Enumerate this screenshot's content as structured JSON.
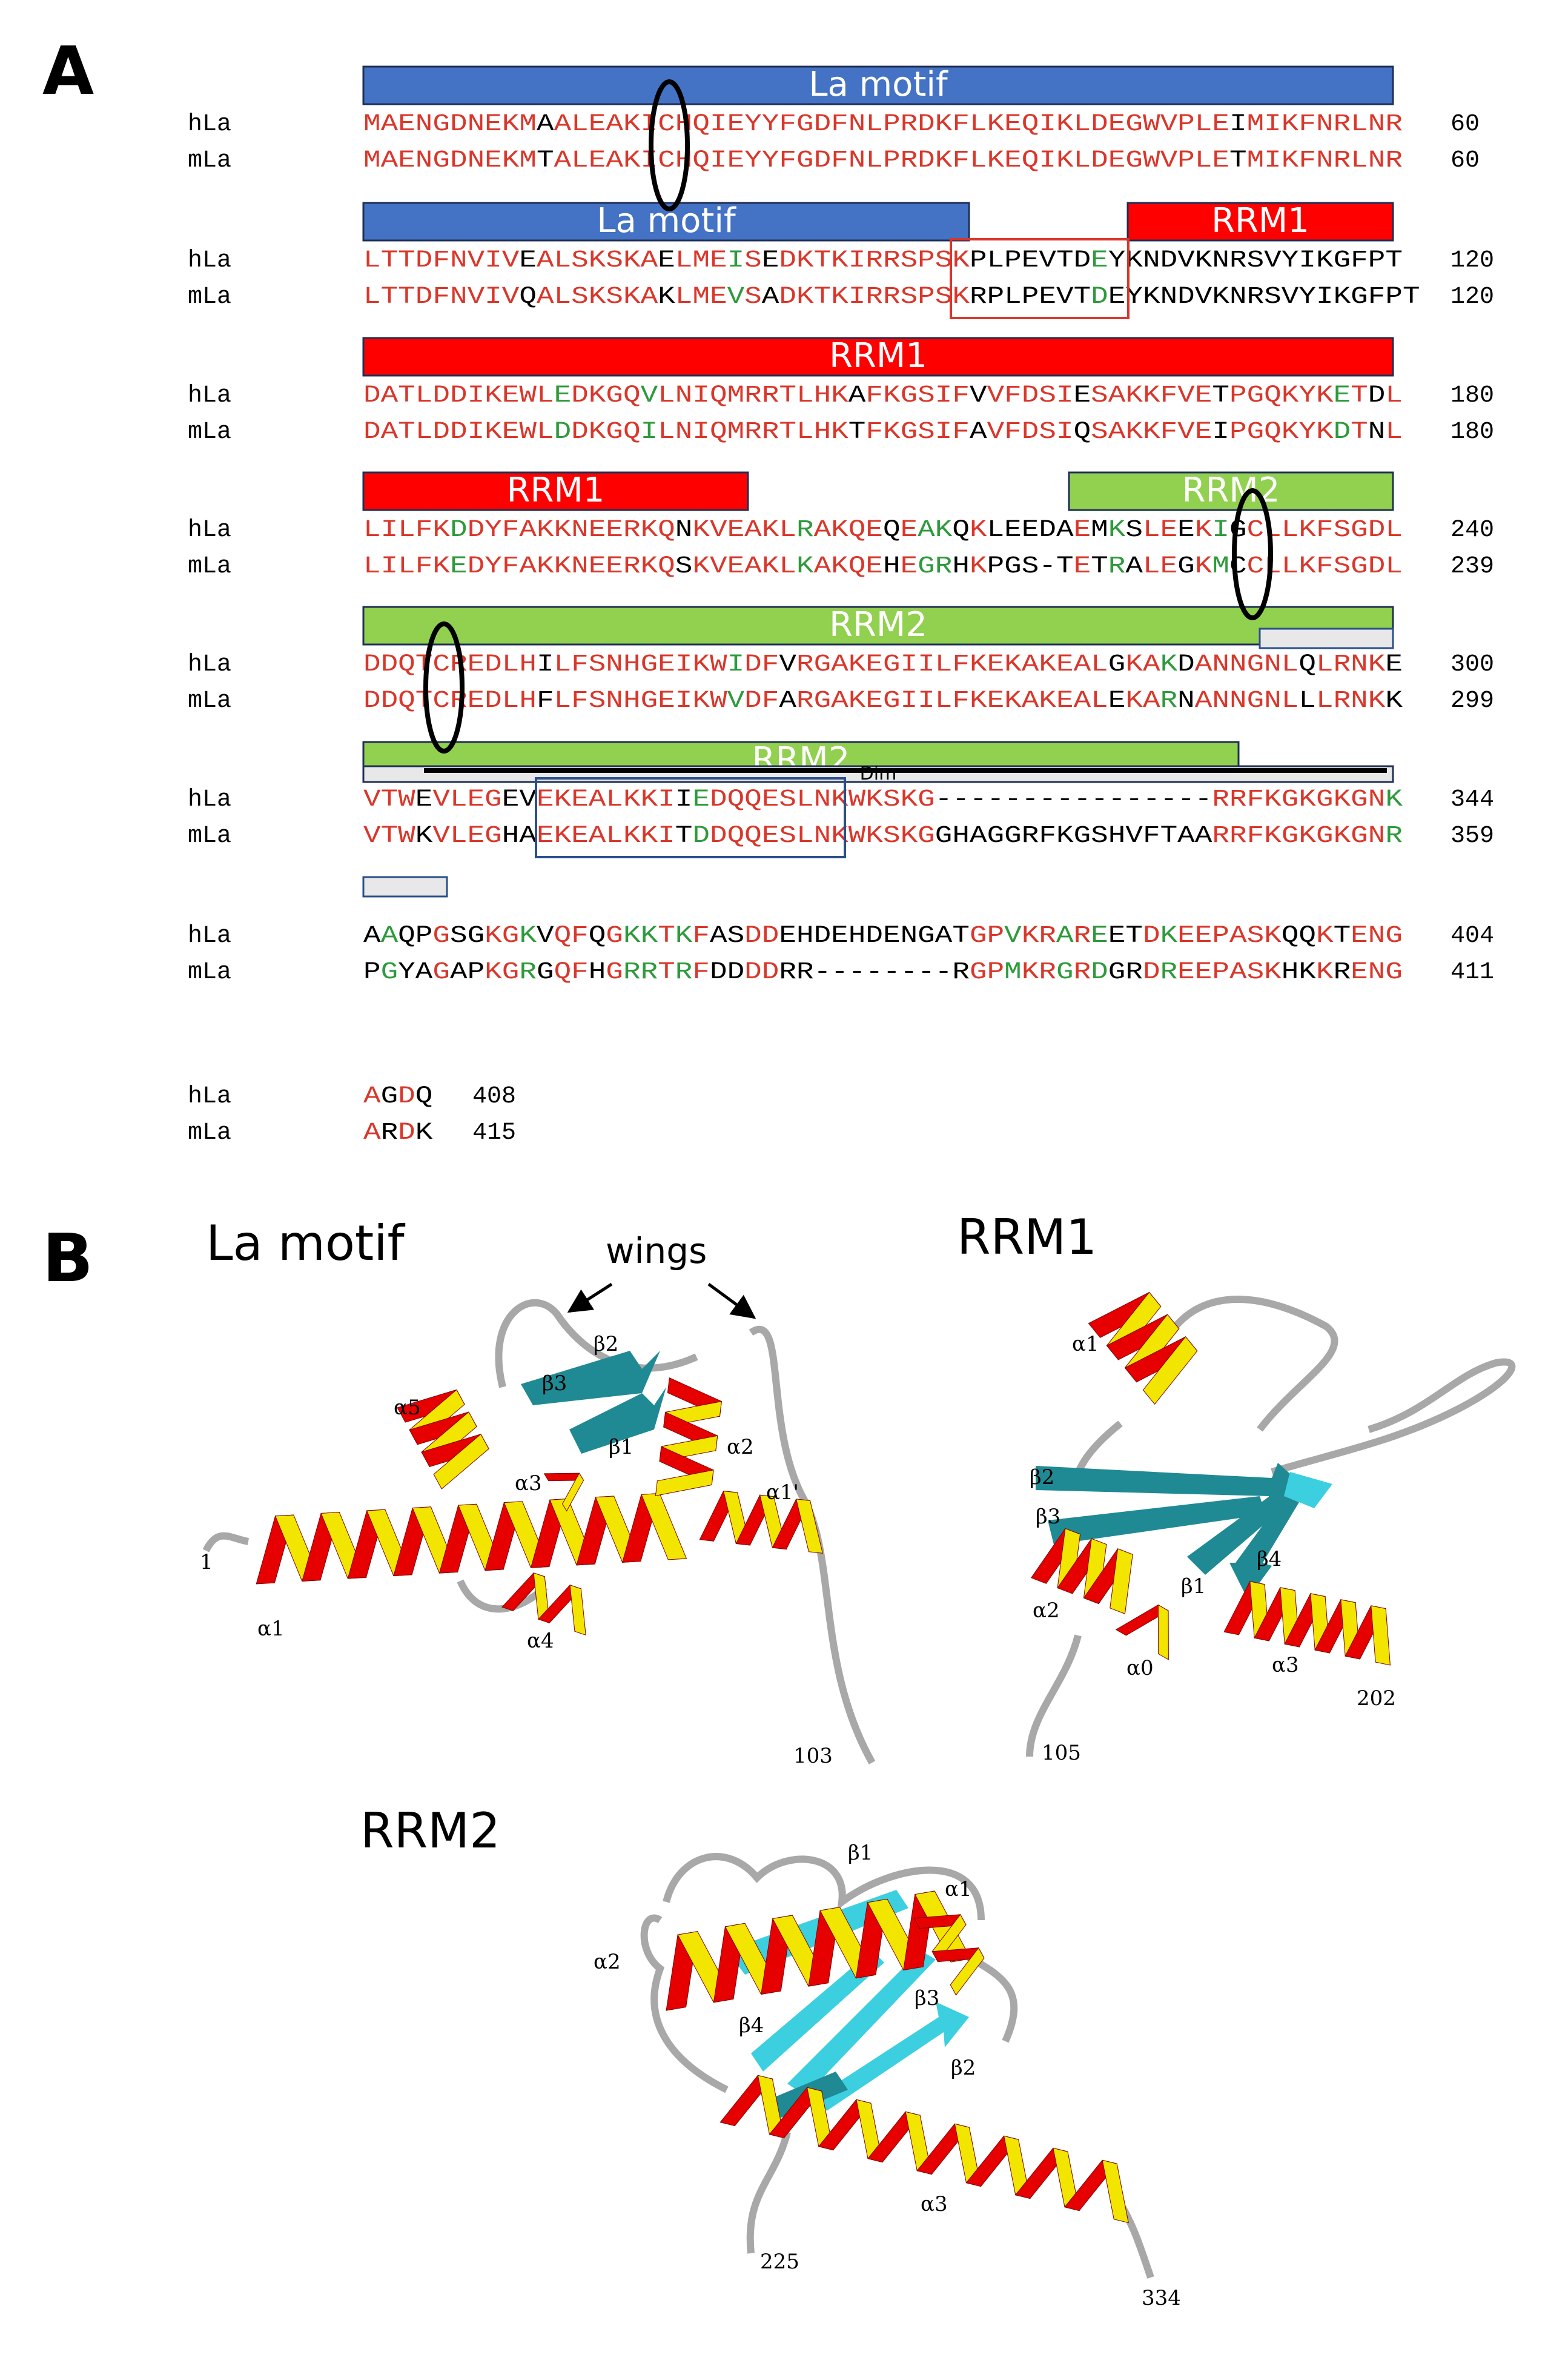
{
  "panelA": {
    "label": "A",
    "blocks": [
      {
        "bars": [
          {
            "text": "La motif",
            "color": "#4472c4"
          }
        ],
        "rows": [
          {
            "name": "hLa",
            "seq": "MAENGDNEKMAALEAKICHQIEYYFGDFNLPRDKFLKEQIKLDEGWVPLEIMIKFNRLNR",
            "num": "60"
          },
          {
            "name": "mLa",
            "seq": "MAENGDNEKMTALEAKICHQIEYYFGDFNLPRDKFLKEQIKLDEGWVPLETMIKFNRLNR",
            "num": "60"
          }
        ]
      },
      {
        "bars": [
          {
            "text": "La motif",
            "color": "#4472c4"
          },
          {
            "text": "RRM1",
            "color": "#ff0000"
          }
        ],
        "rows": [
          {
            "name": "hLa",
            "seq": "LTTDFNVIVEALSKSKAELMEISEDKTKIRRSPSKPLPEVTDEYKNDVKNRSVYIKGFPT",
            "num": "120"
          },
          {
            "name": "mLa",
            "seq": "LTTDFNVIVQALSKSKAKLMEVSADKTKIRRSPSKRPLPEVTDEYKNDVKNRSVYIKGFPT",
            "num": "120"
          }
        ]
      },
      {
        "bars": [
          {
            "text": "RRM1",
            "color": "#ff0000"
          }
        ],
        "rows": [
          {
            "name": "hLa",
            "seq": "DATLDDIKEWLEDKGQVLNIQMRRTLHKAFKGSIFVVFDSIESAKKFVETPGQKYKETDL",
            "num": "180"
          },
          {
            "name": "mLa",
            "seq": "DATLDDIKEWLDDKGQILNIQMRRTLHKTFKGSIFAVFDSIQSAKKFVEIPGQKYKDTNL",
            "num": "180"
          }
        ]
      },
      {
        "bars": [
          {
            "text": "RRM1",
            "color": "#ff0000"
          },
          {
            "text": "RRM2",
            "color": "#92d050"
          }
        ],
        "rows": [
          {
            "name": "hLa",
            "seq": "LILFKDDYFAKKNEERKQNKVEAKLRAKQEQEAKQKLEEDAEMKSLEEKIGCLLKFSGDL",
            "num": "240"
          },
          {
            "name": "mLa",
            "seq": "LILFKEDYFAKKNEERKQSKVEAKLKAKQEHEGRHKPGS-TETRALEGKMCCLLKFSGDL",
            "num": "239"
          }
        ]
      },
      {
        "bars": [
          {
            "text": "RRM2",
            "color": "#92d050"
          }
        ],
        "rows": [
          {
            "name": "hLa",
            "seq": "DDQTCREDLHILFSNHGEIKWIDFVRGAKEGIILFKEKAKEALGKAKDANNGNLQLRNKE",
            "num": "300"
          },
          {
            "name": "mLa",
            "seq": "DDQTCREDLHFLFSNHGEIKWVDFARGAKEGIILFKEKAKEALEKARNANNGNLLLRNKK",
            "num": "299"
          }
        ]
      },
      {
        "bars": [
          {
            "text": "RRM2",
            "color": "#92d050"
          },
          {
            "text": "Dim",
            "color": "#e8e8e8"
          }
        ],
        "rows": [
          {
            "name": "hLa",
            "seq": "VTWEVLEGEVEKEALKKIIEDQQESLNKWKSKG----------------RRFKGKGKGNK",
            "num": "344"
          },
          {
            "name": "mLa",
            "seq": "VTWKVLEGHAEKEALKKITDDQQESLNKWKSKGGHAGGRFKGSHVFTAARRFKGKGKGNR",
            "num": "359"
          }
        ]
      },
      {
        "bars": [],
        "rows": [
          {
            "name": "hLa",
            "seq": "AAQPGSGKGKVQFQGKKTKFASDDEHDEHDENGATGPVKRAREETDKEEPASKQQKTENG",
            "num": "404"
          },
          {
            "name": "mLa",
            "seq": "PGYAGAPKGRGQFHGRRTRFDDDDRR--------RGPMKRGRDGRDREEPASKHKKRENG",
            "num": "411"
          }
        ]
      },
      {
        "bars": [],
        "rows": [
          {
            "name": "hLa",
            "seq": "AGDQ",
            "num": "408"
          },
          {
            "name": "mLa",
            "seq": "ARDK",
            "num": "415"
          }
        ]
      }
    ]
  },
  "panelB": {
    "label": "B",
    "lamotif": {
      "title": "La motif",
      "wings": "wings",
      "labels": [
        "β2",
        "β3",
        "β1",
        "α5",
        "α3",
        "α2",
        "α1'",
        "α1",
        "α4",
        "1",
        "103"
      ]
    },
    "rrm1": {
      "title": "RRM1",
      "labels": [
        "α1",
        "β2",
        "β3",
        "β1",
        "β4",
        "α2",
        "α0",
        "α3",
        "202",
        "105"
      ]
    },
    "rrm2": {
      "title": "RRM2",
      "labels": [
        "β1",
        "α1",
        "α2",
        "β3",
        "β4",
        "β2",
        "α3",
        "225",
        "334"
      ]
    }
  },
  "colors": {
    "identical": "#d9372b",
    "similar": "#2e9a3c",
    "different": "#000000",
    "helixRed": "#e60000",
    "helixYellow": "#f2e600",
    "sheetTeal": "#1f8a94",
    "sheetCyan": "#3ccfe0",
    "coil": "#a8a8a8"
  }
}
